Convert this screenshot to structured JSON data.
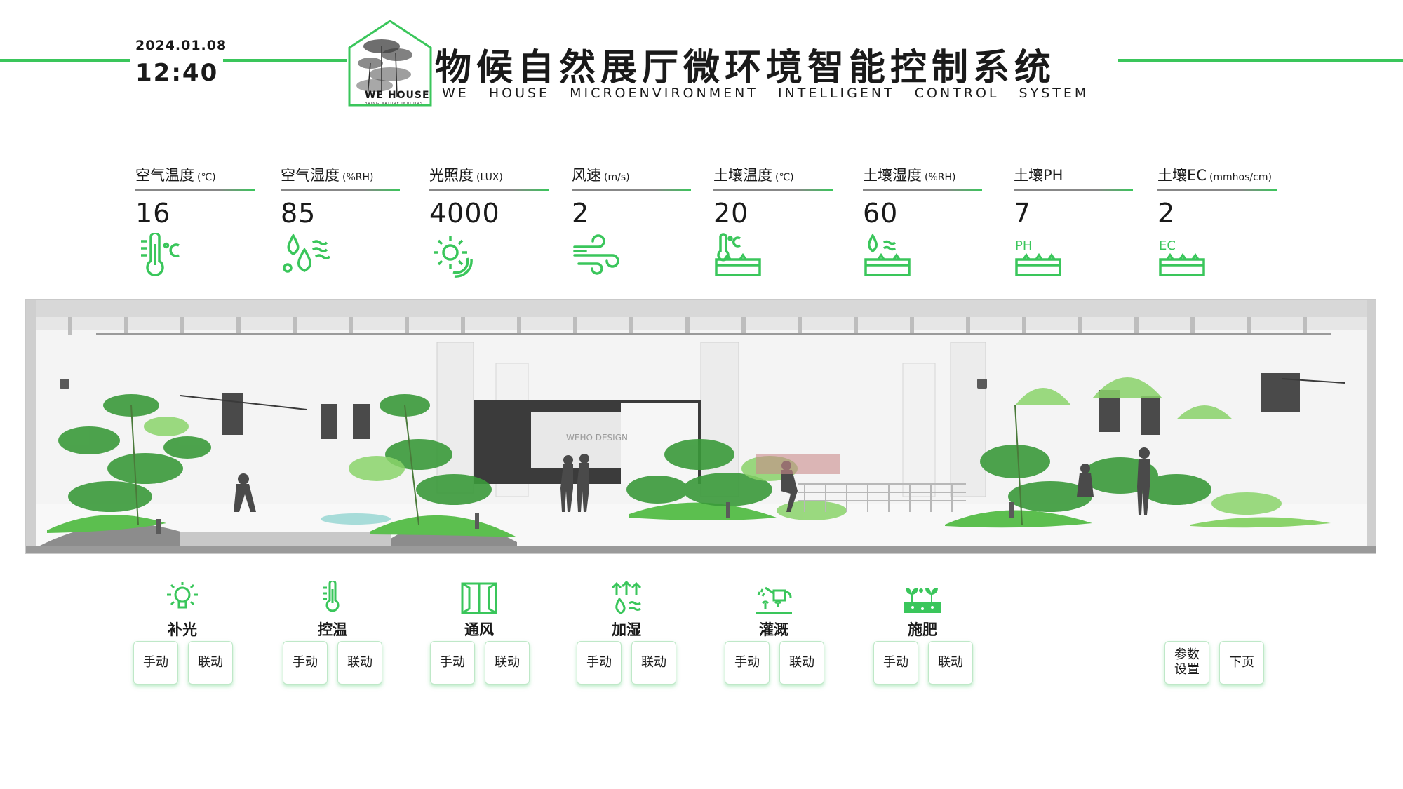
{
  "header": {
    "date": "2024.01.08",
    "time": "12:40",
    "logo_text": "WE HOUSE",
    "logo_sub": "BRING NATURE INDOORS",
    "title": "物候自然展厅微环境智能控制系统",
    "subtitle": "WE HOUSE   MICROENVIRONMENT INTELLIGENT CONTROL SYSTEM"
  },
  "sensors": [
    {
      "label": "空气温度",
      "unit": "(℃)",
      "value": "16",
      "icon": "thermometer-icon"
    },
    {
      "label": "空气湿度",
      "unit": "(%RH)",
      "value": "85",
      "icon": "humidity-icon"
    },
    {
      "label": "光照度",
      "unit": "(LUX)",
      "value": "4000",
      "icon": "sun-icon"
    },
    {
      "label": "风速",
      "unit": "(m/s)",
      "value": "2",
      "icon": "wind-icon"
    },
    {
      "label": "土壤温度",
      "unit": "(℃)",
      "value": "20",
      "icon": "soil-temperature-icon"
    },
    {
      "label": "土壤湿度",
      "unit": "(%RH)",
      "value": "60",
      "icon": "soil-humidity-icon"
    },
    {
      "label": "土壤PH",
      "unit": "",
      "value": "7",
      "icon": "soil-ph-icon",
      "icon_text": "PH"
    },
    {
      "label": "土壤EC",
      "unit": "(mmhos/cm)",
      "value": "2",
      "icon": "soil-ec-icon",
      "icon_text": "EC"
    }
  ],
  "scene": {
    "sign_text": "WEHO DESIGN"
  },
  "controls": [
    {
      "label": "补光",
      "icon": "light-bulb-icon",
      "manual": "手动",
      "linked": "联动"
    },
    {
      "label": "控温",
      "icon": "temperature-control-icon",
      "manual": "手动",
      "linked": "联动"
    },
    {
      "label": "通风",
      "icon": "window-icon",
      "manual": "手动",
      "linked": "联动"
    },
    {
      "label": "加湿",
      "icon": "humidifier-icon",
      "manual": "手动",
      "linked": "联动"
    },
    {
      "label": "灌溉",
      "icon": "watering-can-icon",
      "manual": "手动",
      "linked": "联动"
    },
    {
      "label": "施肥",
      "icon": "fertilizer-icon",
      "manual": "手动",
      "linked": "联动"
    }
  ],
  "actions": {
    "params_line1": "参数",
    "params_line2": "设置",
    "next_page": "下页"
  },
  "colors": {
    "accent": "#3ac65b",
    "text": "#1a1a1a",
    "plant_dark": "#3a9a3a",
    "plant_light": "#8ad36a"
  }
}
